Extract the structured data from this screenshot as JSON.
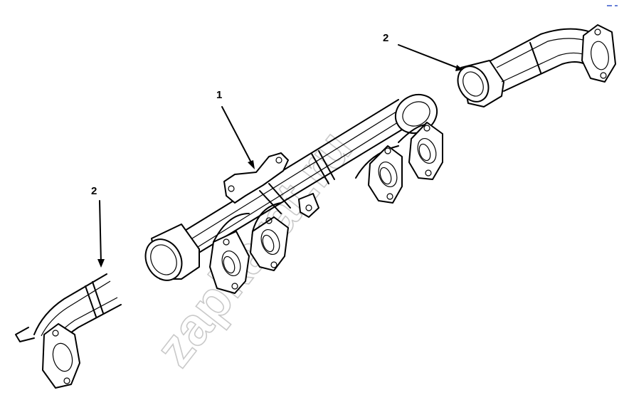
{
  "diagram": {
    "callouts": [
      {
        "id": "callout-1",
        "text": "1"
      },
      {
        "id": "callout-2-right",
        "text": "2"
      },
      {
        "id": "callout-2-left",
        "text": "2"
      }
    ],
    "watermark": "zapkarat.ru",
    "parts": [
      {
        "ref": "1",
        "name": "exhaust-manifold"
      },
      {
        "ref": "2",
        "name": "sealing-ring"
      }
    ],
    "line_color": "#000000",
    "background": "#ffffff",
    "watermark_color": "#c9c9c9"
  }
}
